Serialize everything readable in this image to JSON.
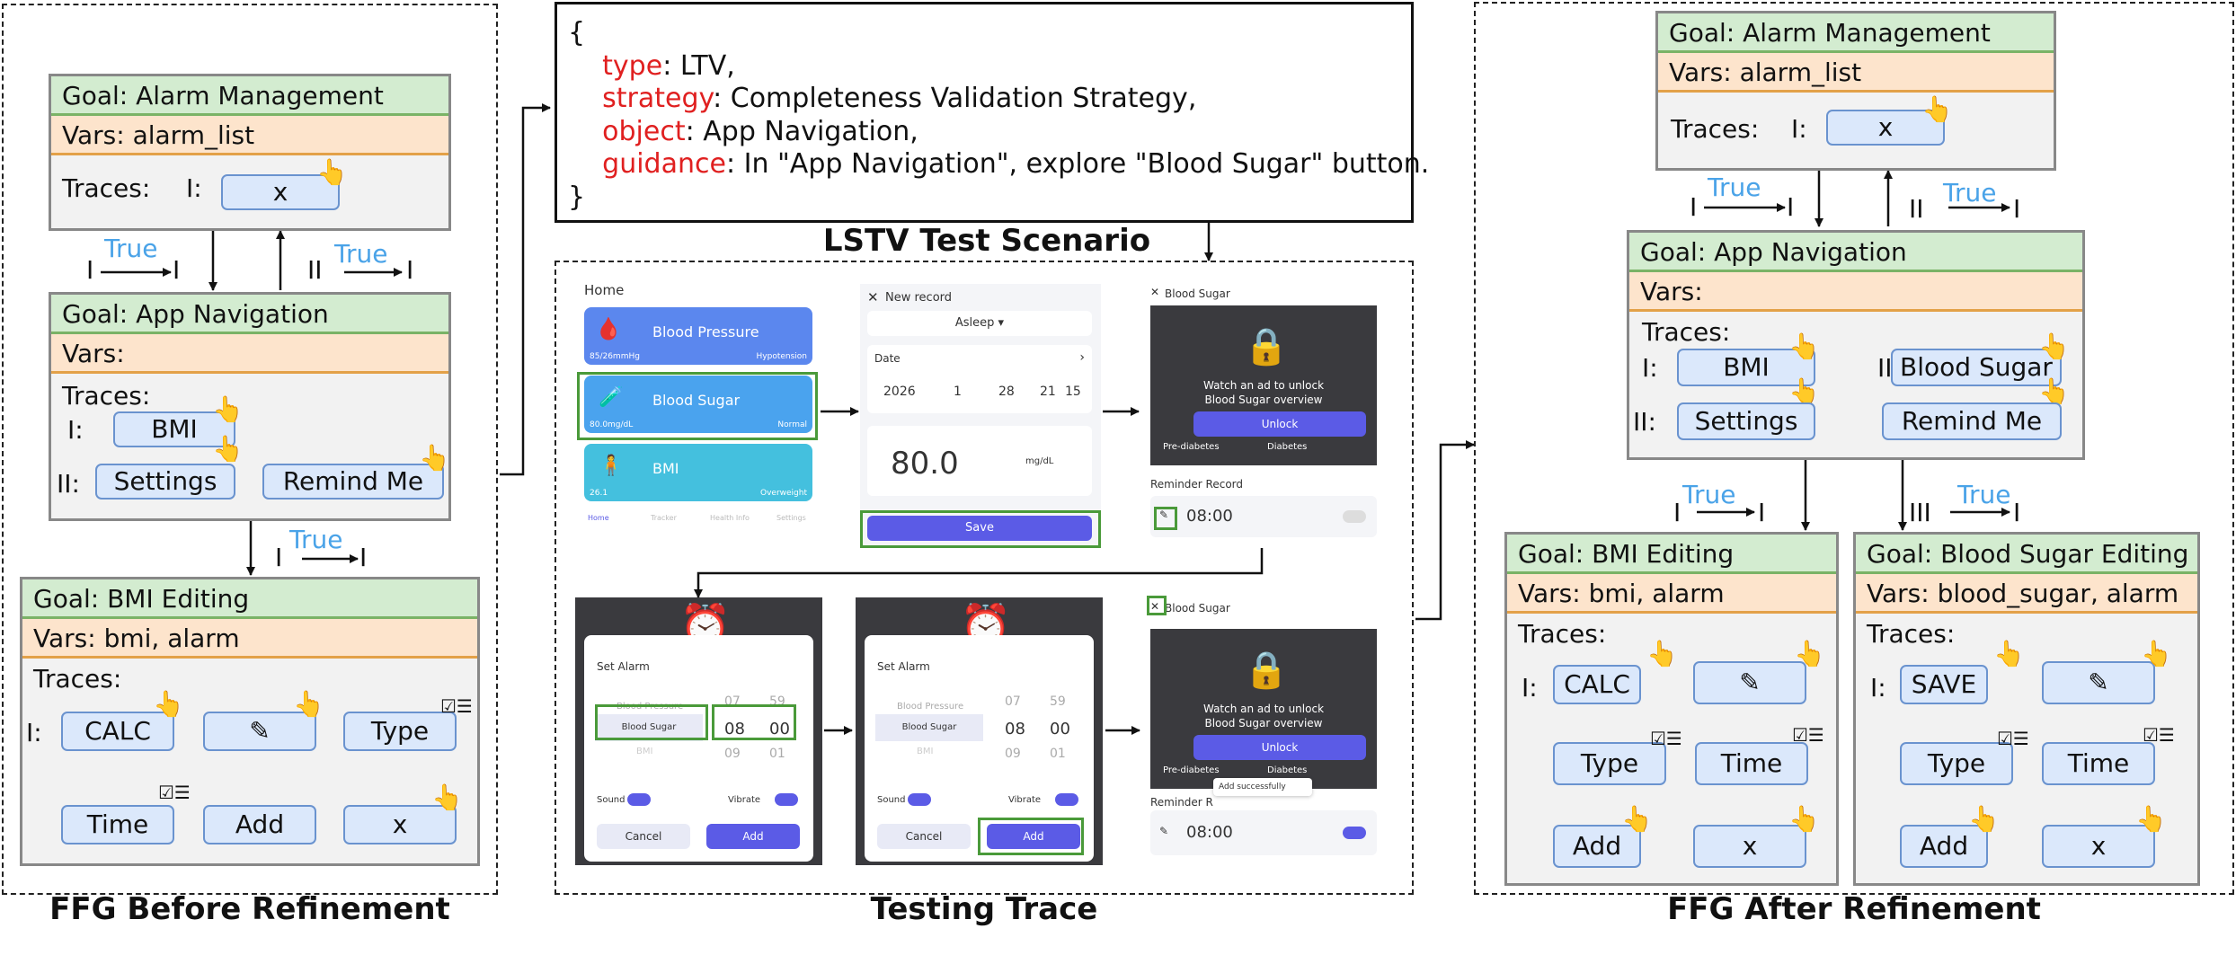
{
  "captions": {
    "before": "FFG Before Refinement",
    "trace": "Testing Trace",
    "after": "FFG After Refinement",
    "scenario": "LSTV Test Scenario"
  },
  "scenario": {
    "open": "{",
    "close": "}",
    "type_key": "type",
    "type_val": ": LTV,",
    "strategy_key": "strategy",
    "strategy_val": ": Completeness Validation Strategy,",
    "object_key": "object",
    "object_val": ": App Navigation,",
    "guidance_key": "guidance",
    "guidance_val": ": In \"App Navigation\", explore \"Blood Sugar\" button."
  },
  "common": {
    "traces": "Traces:",
    "true": "True",
    "I": "I",
    "II": "II",
    "III": "III",
    "I_colon": "I:",
    "II_colon": "II:",
    "III_colon": "III:",
    "vars_empty": "Vars:"
  },
  "goals": {
    "alarm": {
      "title": "Goal: Alarm Management",
      "vars": "Vars: alarm_list"
    },
    "nav": {
      "title": "Goal: App Navigation"
    },
    "bmi": {
      "title": "Goal: BMI Editing",
      "vars": "Vars: bmi, alarm"
    },
    "sugar": {
      "title": "Goal: Blood Sugar Editing",
      "vars": "Vars: blood_sugar, alarm"
    }
  },
  "buttons": {
    "x": "x",
    "bmi": "BMI",
    "settings": "Settings",
    "remind": "Remind Me",
    "blood_sugar": "Blood Sugar",
    "calc": "CALC",
    "save": "SAVE",
    "type": "Type",
    "time": "Time",
    "add": "Add"
  },
  "icons": {
    "tap": "tap-hand-icon",
    "checklist": "checklist-icon",
    "pencil": "pencil-icon",
    "lock": "lock-icon",
    "alarm": "alarm-clock-icon"
  },
  "screens": {
    "home": {
      "title": "Home",
      "cards": [
        {
          "name": "Blood Pressure",
          "value": "85/26mmHg",
          "tag": "Hypotension",
          "color": "#5b87ee"
        },
        {
          "name": "Blood Sugar",
          "value": "80.0mg/dL",
          "tag": "Normal",
          "color": "#4aa3ee"
        },
        {
          "name": "BMI",
          "value": "26.1",
          "tag": "Overweight",
          "color": "#44c0de"
        }
      ],
      "tabs": [
        "Home",
        "Tracker",
        "Health Info",
        "Settings"
      ]
    },
    "record": {
      "title": "New record",
      "state": "Asleep",
      "date_label": "Date",
      "year": "2026",
      "month": "1",
      "day": "28",
      "hour": "21",
      "minute": "15",
      "value": "80.0",
      "unit": "mg/dL",
      "save": "Save"
    },
    "sugar": {
      "title": "Blood Sugar",
      "ad": "Watch an ad to unlock",
      "ad2": "Blood Sugar overview",
      "unlock": "Unlock",
      "pre": "Pre-diabetes",
      "dia": "Diabetes",
      "reminder": "Reminder Record",
      "time": "08:00"
    },
    "alarm": {
      "title": "Set Alarm",
      "opt_top": "Blood Pressure",
      "opt_sel": "Blood Sugar",
      "opt_bot": "BMI",
      "h_top": "07",
      "h_sel": "08",
      "h_bot": "09",
      "m_top": "59",
      "m_sel": "00",
      "m_bot": "01",
      "sound": "Sound",
      "vibrate": "Vibrate",
      "cancel": "Cancel",
      "add": "Add"
    },
    "toast": "Add successfully",
    "reminder_short": "Reminder R"
  }
}
